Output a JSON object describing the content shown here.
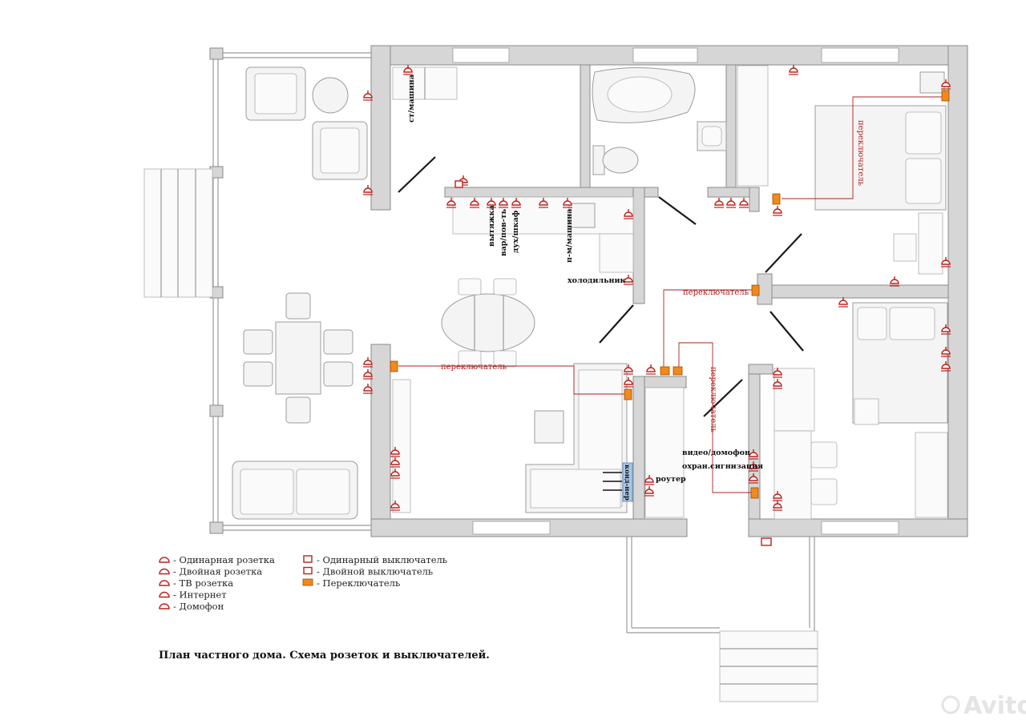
{
  "title": "План частного дома. Схема розеток и выключателей.",
  "legend": [
    {
      "icon": "single-socket",
      "label": "- Одинарная розетка"
    },
    {
      "icon": "double-socket",
      "label": "- Двойная розетка"
    },
    {
      "icon": "tv-socket",
      "label": "- ТВ розетка"
    },
    {
      "icon": "internet-socket",
      "label": "- Интернет"
    },
    {
      "icon": "intercom-socket",
      "label": "- Домофон"
    },
    {
      "icon": "single-switch",
      "label": "- Одинарный выключатель"
    },
    {
      "icon": "double-switch",
      "label": "- Двойной выключатель"
    },
    {
      "icon": "toggle-switch",
      "label": "- Переключатель"
    }
  ],
  "labels": {
    "washing_machine": "ст/машина",
    "hood": "вытяжка",
    "cooktop": "вар/пов-ть",
    "oven": "дух/шкаф",
    "dishwasher": "п-м/машина",
    "fridge": "холодильник",
    "router": "роутер",
    "conditioner": "конд-нер",
    "video_intercom": "видео/домофон",
    "alarm": "охран.сигнизация",
    "switch_bedroom": "переключатель",
    "switch_hall": "переключатель",
    "switch_living": "переключатель",
    "switch_bedroom2": "переключатель"
  },
  "colors": {
    "wall": "#d6d6d6",
    "wire": "#b02020",
    "socket": "#c0201a",
    "switch": "#f08a1c",
    "door": "#1a1a1a"
  },
  "watermark": "Avito"
}
